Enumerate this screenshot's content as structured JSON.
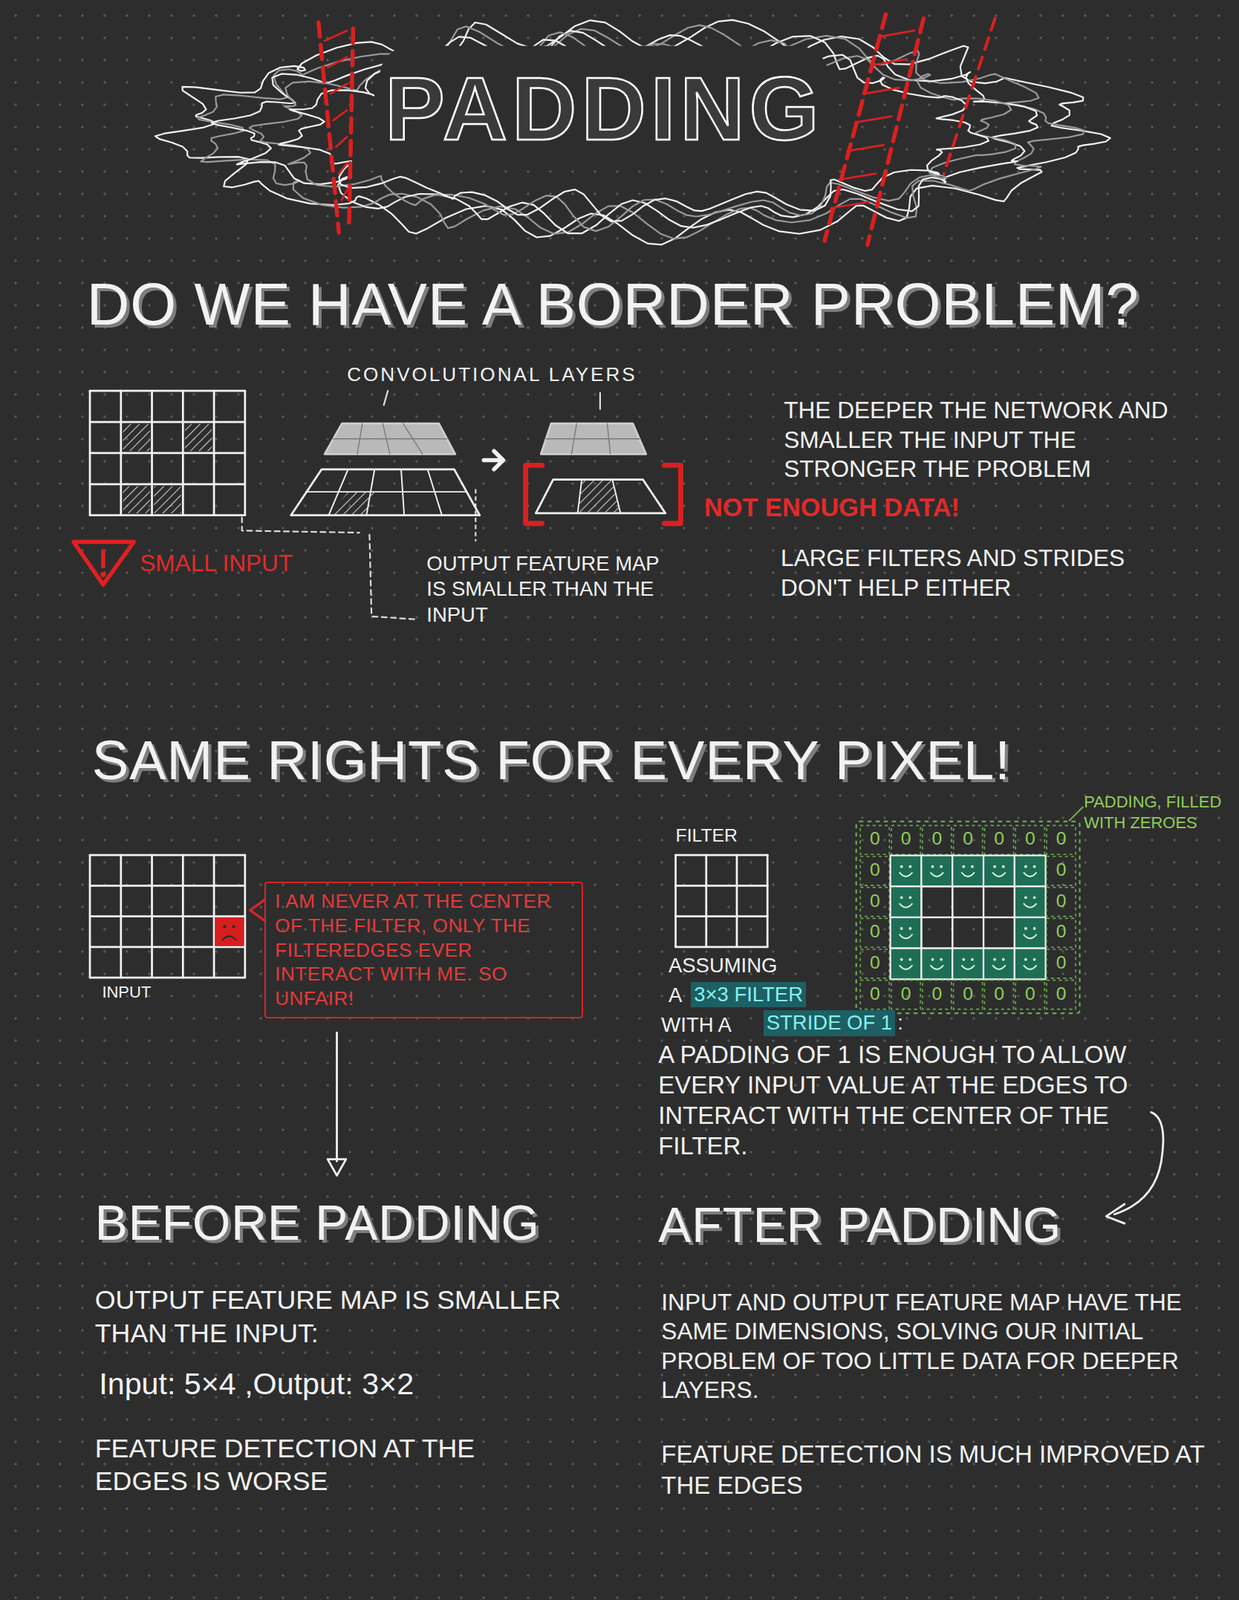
{
  "diagram": {
    "title": "PADDING",
    "nodes": [
      {
        "text": [
          "I AM NEVER AT THE CENTER OF THE FILTER, ONLY THE FILTEREDGES EVER INTERACT WITH ME. SO UNFAIR!"
        ]
      }
    ],
    "labels": [
      "DO WE HAVE A BORDER PROBLEM?",
      "CONVOLUTIONAL LAYERS",
      "THE DEEPER THE NETWORK AND SMALLER THE INPUT THE STRONGER THE PROBLEM",
      "NOT ENOUGH DATA!",
      "SMALL INPUT",
      "OUTPUT FEATURE MAP IS SMALLER THAN THE INPUT",
      "LARGE FILTERS AND STRIDES DON'T HELP EITHER",
      "SAME RIGHTS FOR EVERY PIXEL!",
      "FILTER",
      "PADDING, FILLED WITH ZEROES",
      "INPUT",
      "ASSUMING",
      "A",
      "3×3 FILTER",
      "WITH A",
      "STRIDE OF 1",
      ":",
      "A PADDING OF 1 IS ENOUGH TO ALLOW EVERY INPUT VALUE AT THE EDGES TO INTERACT WITH THE CENTER OF THE FILTER.",
      "BEFORE PADDING",
      "AFTER PADDING",
      "OUTPUT FEATURE MAP IS SMALLER THAN THE INPUT:",
      "Input: 5×4 ,Output: 3×2",
      "FEATURE DETECTION AT THE EDGES IS WORSE",
      "INPUT AND OUTPUT FEATURE MAP HAVE THE SAME DIMENSIONS, SOLVING OUR INITIAL PROBLEM OF TOO LITTLE DATA FOR DEEPER LAYERS.",
      "FEATURE DETECTION IS MUCH IMPROVED AT THE EDGES",
      "0",
      "0",
      "0",
      "0",
      "0",
      "0",
      "0",
      "0",
      "0",
      "0",
      "0",
      "0",
      "0",
      "0",
      "0",
      "0",
      "0",
      "0",
      "0",
      "0",
      "0",
      "0"
    ]
  }
}
